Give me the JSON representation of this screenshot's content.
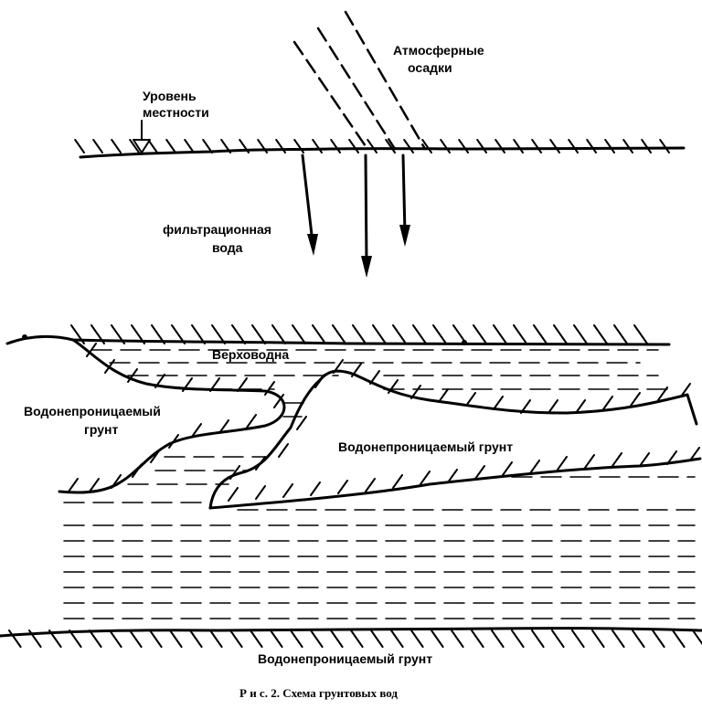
{
  "labels": {
    "ground_level": [
      "Уровень",
      "местности"
    ],
    "precipitation": [
      "Атмосферные",
      "осадки"
    ],
    "filtration_water": [
      "фильтрационная",
      "вода"
    ],
    "perched_water": "Верховодна",
    "impermeable_left": [
      "Водонепроницаемый",
      "грунт"
    ],
    "impermeable_center": "Водонепроницаемый грунт",
    "impermeable_bottom": "Водонепроницаемый грунт"
  },
  "caption": "Р и с. 2. Схема грунтовых вод",
  "colors": {
    "ink": "#000000",
    "paper": "#ffffff"
  }
}
